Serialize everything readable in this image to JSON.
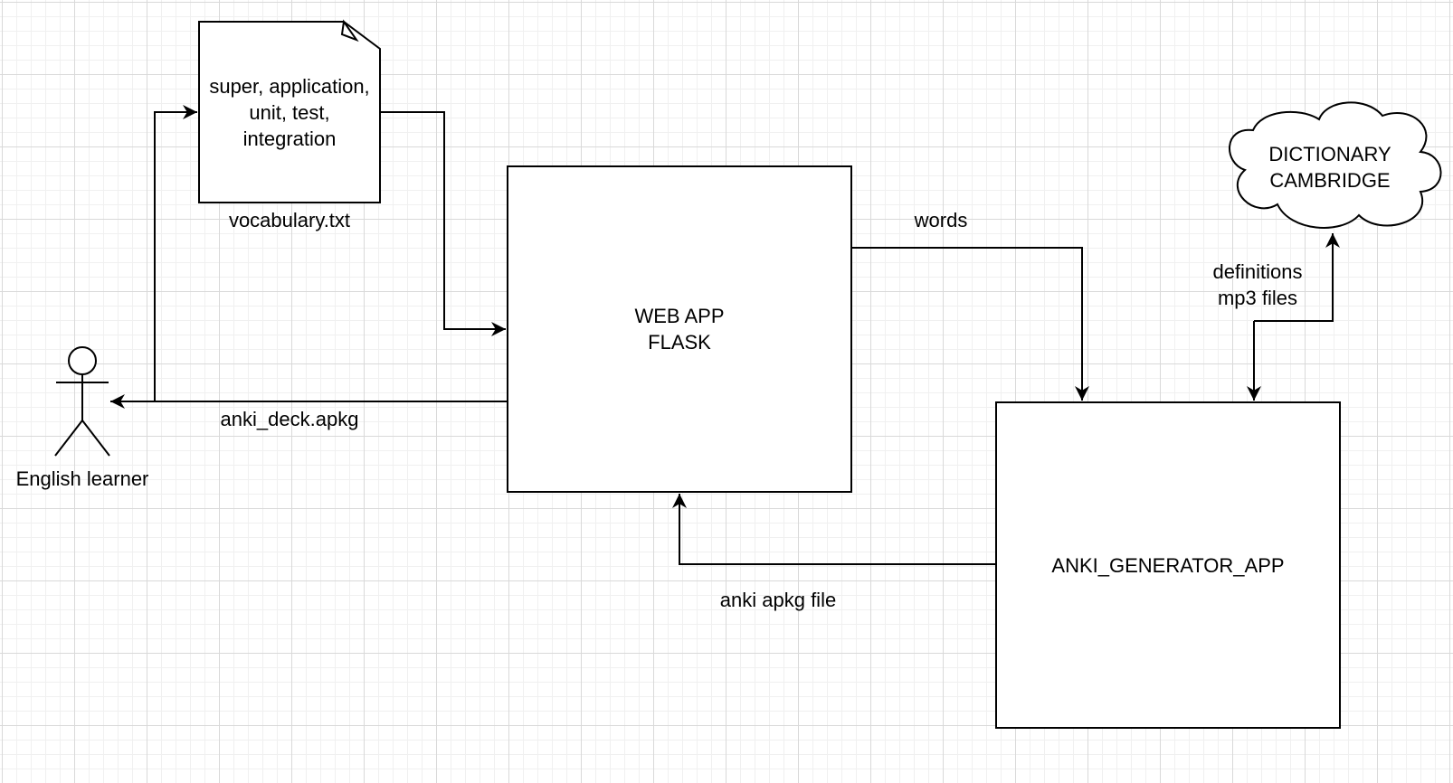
{
  "nodes": {
    "vocabulary_doc": {
      "content": "super, application,\nunit, test,\nintegration",
      "caption": "vocabulary.txt"
    },
    "web_app": {
      "label": "WEB APP\nFLASK"
    },
    "anki_generator": {
      "label": "ANKI_GENERATOR_APP"
    },
    "dictionary": {
      "label": "DICTIONARY\nCAMBRIDGE"
    },
    "learner": {
      "label": "English learner"
    }
  },
  "edges": {
    "learner_to_doc": {
      "label": ""
    },
    "doc_to_webapp": {
      "label": ""
    },
    "webapp_to_learner": {
      "label": "anki_deck.apkg"
    },
    "webapp_to_generator": {
      "label": "words"
    },
    "generator_to_webapp": {
      "label": "anki apkg file"
    },
    "generator_dictionary": {
      "label": "definitions\nmp3 files"
    }
  },
  "colors": {
    "stroke": "#000000",
    "background": "#ffffff",
    "grid_major": "#d9d9d9",
    "grid_minor": "#f0f0f0"
  }
}
